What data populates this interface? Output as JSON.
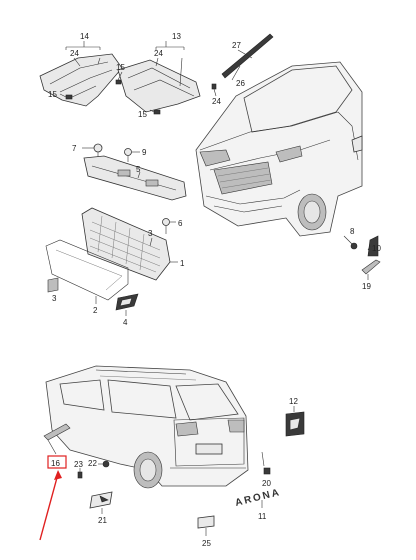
{
  "callouts": {
    "c14": "14",
    "c24a": "24",
    "c15a": "15",
    "c15b": "15",
    "c15c": "15",
    "c13": "13",
    "c24b": "24",
    "c27": "27",
    "c26": "26",
    "c24c": "24",
    "c7": "7",
    "c9": "9",
    "c5": "5",
    "c6": "6",
    "c3": "3",
    "c1": "1",
    "c8": "8",
    "c10": "10",
    "c19": "19",
    "c2": "2",
    "c4": "4",
    "c12": "12",
    "c16": "16",
    "c23": "23",
    "c22": "22",
    "c20": "20",
    "c21": "21",
    "c11": "11",
    "c25": "25"
  },
  "badge_text": "ARONA",
  "colors": {
    "highlight_arrow": "#e02020",
    "line": "#333333",
    "part_fill": "#e9e9e9"
  }
}
